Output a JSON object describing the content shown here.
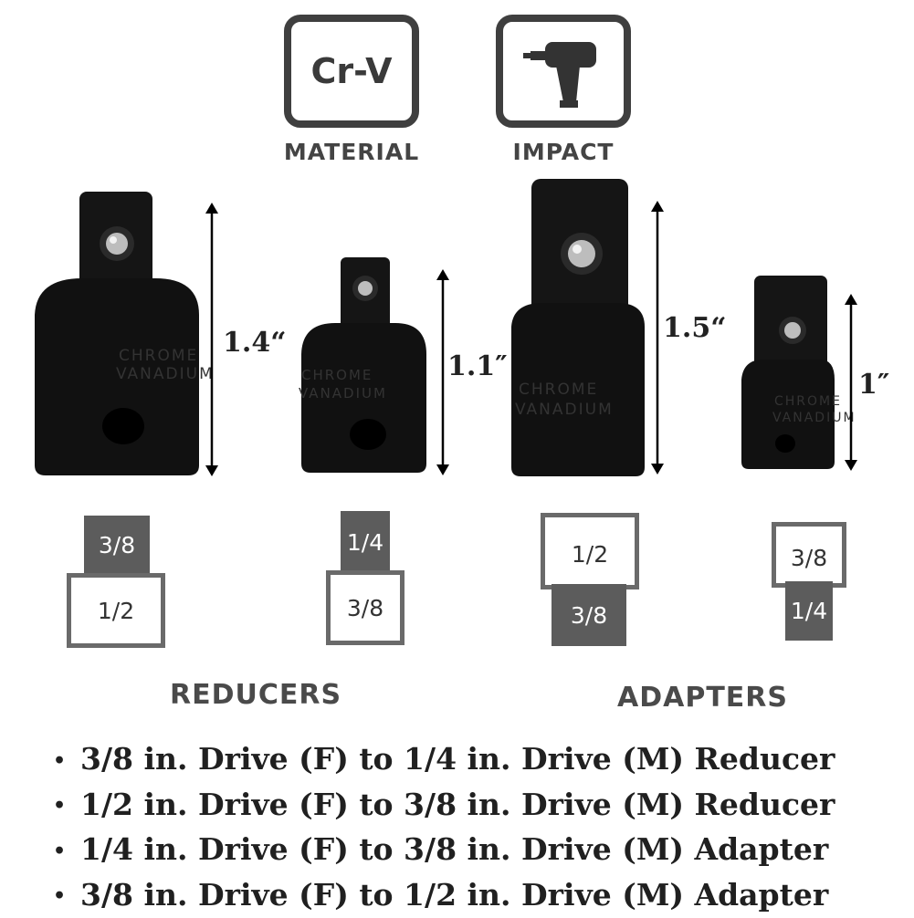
{
  "badges": {
    "material": {
      "text": "Cr-V",
      "caption": "MATERIAL"
    },
    "impact": {
      "caption": "IMPACT",
      "icon": "impact-wrench-icon"
    }
  },
  "tools": [
    {
      "height_label": "1.4“",
      "engraving_top": "CHROME",
      "engraving_bottom": "VANADIUM",
      "top_size": "3/8",
      "bottom_size": "1/2"
    },
    {
      "height_label": "1.1″",
      "engraving_top": "CHROME",
      "engraving_bottom": "VANADIUM",
      "top_size": "1/4",
      "bottom_size": "3/8"
    },
    {
      "height_label": "1.5“",
      "engraving_top": "CHROME",
      "engraving_bottom": "VANADIUM",
      "top_size": "1/2",
      "bottom_size": "3/8"
    },
    {
      "height_label": "1″",
      "engraving_top": "CHROME",
      "engraving_bottom": "VANADIUM",
      "top_size": "3/8",
      "bottom_size": "1/4"
    }
  ],
  "sections": {
    "reducers": "REDUCERS",
    "adapters": "ADAPTERS"
  },
  "bullets": [
    "3/8 in. Drive (F) to 1/4 in. Drive (M) Reducer",
    "1/2 in. Drive (F) to 3/8 in. Drive (M) Reducer",
    "1/4 in. Drive (F) to 3/8 in. Drive (M) Adapter",
    "3/8 in. Drive (F) to 1/2 in. Drive (M) Adapter"
  ],
  "colors": {
    "tool_black": "#111111",
    "badge_border": "#3f3f3f",
    "dark_square": "#5c5c5c"
  }
}
